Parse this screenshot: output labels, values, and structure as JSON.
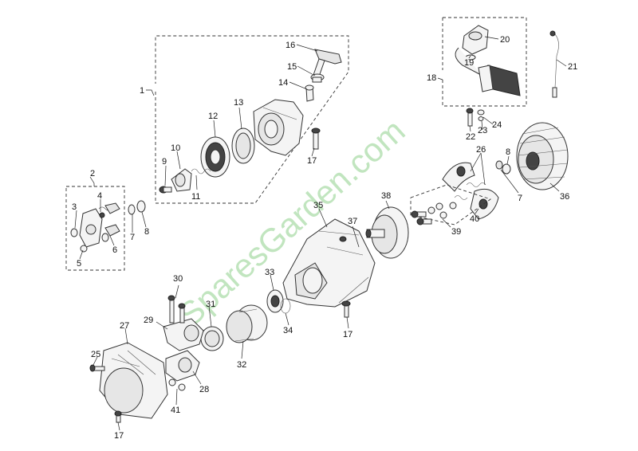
{
  "watermark": "SparesGarden.com",
  "callouts": {
    "c1": "1",
    "c2": "2",
    "c3": "3",
    "c4": "4",
    "c5": "5",
    "c6": "6",
    "c7a": "7",
    "c7b": "7",
    "c8a": "8",
    "c8b": "8",
    "c9": "9",
    "c10": "10",
    "c11": "11",
    "c12": "12",
    "c13": "13",
    "c14": "14",
    "c15": "15",
    "c16": "16",
    "c17a": "17",
    "c17b": "17",
    "c17c": "17",
    "c18": "18",
    "c19": "19",
    "c20": "20",
    "c21": "21",
    "c22": "22",
    "c23": "23",
    "c24": "24",
    "c25": "25",
    "c26": "26",
    "c27": "27",
    "c28": "28",
    "c29": "29",
    "c30": "30",
    "c31": "31",
    "c32": "32",
    "c33": "33",
    "c34": "34",
    "c35": "35",
    "c36": "36",
    "c37": "37",
    "c38": "38",
    "c39": "39",
    "c40": "40",
    "c41": "41"
  }
}
